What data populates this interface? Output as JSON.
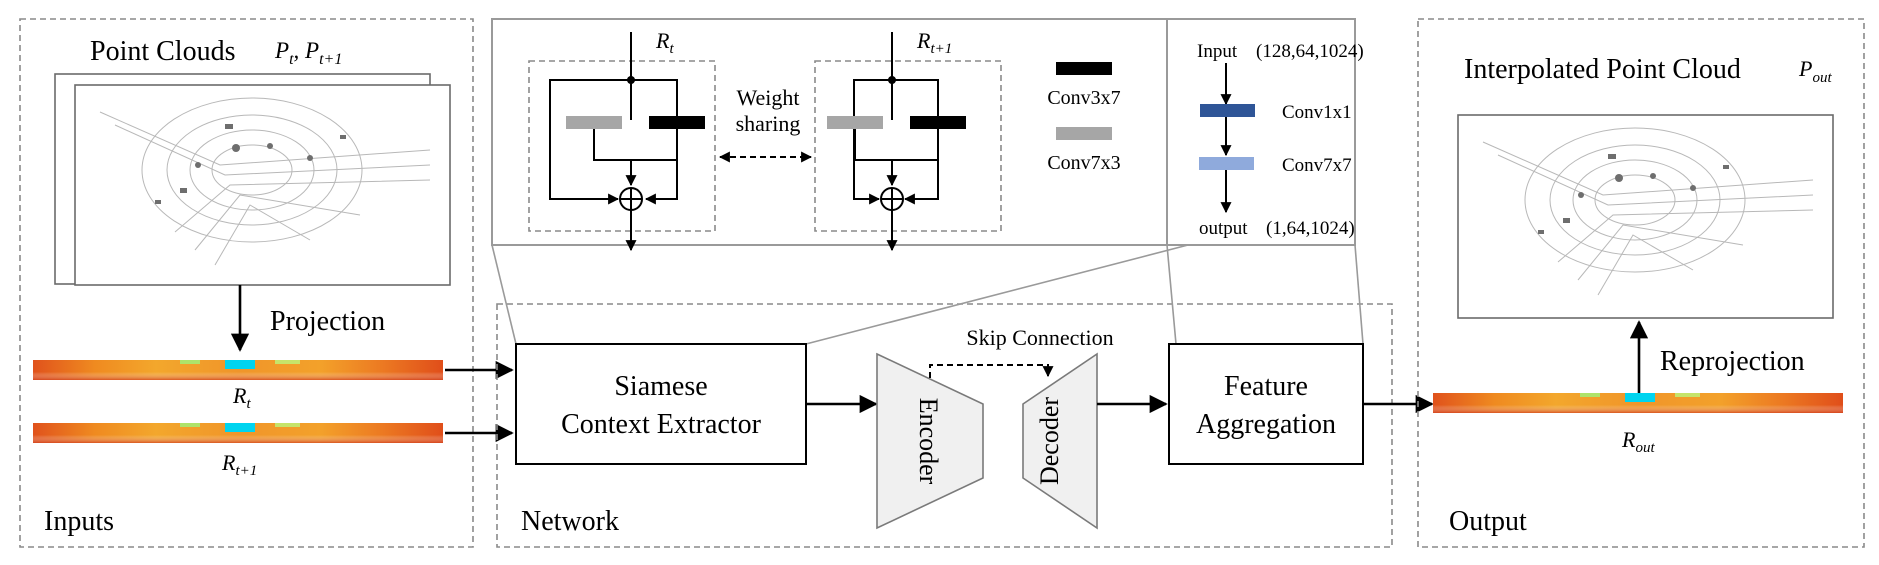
{
  "inputs": {
    "title": "Point Clouds",
    "title_math": "P_t, P_{t+1}",
    "projection_label": "Projection",
    "range_image_1": "R_t",
    "range_image_2": "R_{t+1}",
    "section_label": "Inputs"
  },
  "network": {
    "section_label": "Network",
    "context_extractor": [
      "Siamese",
      "Context Extractor"
    ],
    "encoder_label": "Encoder",
    "decoder_label": "Decoder",
    "skip_label": "Skip Connection",
    "aggregation": [
      "Feature",
      "Aggregation"
    ]
  },
  "siamese_detail": {
    "branch_1_input": "R_t",
    "branch_2_input": "R_{t+1}",
    "weight_sharing": [
      "Weight",
      "sharing"
    ],
    "legend": [
      {
        "label": "Conv3x7",
        "color": "#000000"
      },
      {
        "label": "Conv7x3",
        "color": "#a6a6a6"
      }
    ]
  },
  "aggregation_detail": {
    "input_label": "Input",
    "input_shape": "(128,64,1024)",
    "layers": [
      {
        "label": "Conv1x1",
        "color": "#2f5597"
      },
      {
        "label": "Conv7x7",
        "color": "#8faadc"
      }
    ],
    "output_label": "output",
    "output_shape": "(1,64,1024)"
  },
  "output": {
    "title": "Interpolated Point Cloud",
    "title_math": "P_out",
    "reprojection_label": "Reprojection",
    "range_image": "R_out",
    "section_label": "Output"
  }
}
